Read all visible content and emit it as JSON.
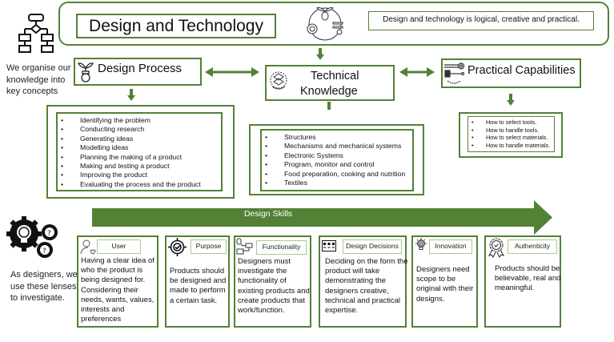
{
  "header": {
    "title": "Design and Technology",
    "tagline": "Design and technology is logical, creative and practical."
  },
  "left_notes": {
    "top": "We organise our knowledge into key concepts",
    "bottom": "As designers, we use these lenses to investigate."
  },
  "concepts": [
    {
      "title": "Design Process",
      "icon": "lightbulb-plant-icon",
      "items": [
        "Identifying the problem",
        "Conducting research",
        "Generating ideas",
        "Modelling ideas",
        "Planning the making of a product",
        "Making and testing a product",
        "Improving the product",
        "Evaluating the process and the product"
      ]
    },
    {
      "title_line1": "Technical",
      "title_line2": "Knowledge",
      "icon": "brain-gear-icon",
      "items": [
        "Structures",
        "Mechanisms and mechanical systems",
        "Electronic Systems",
        "Program, monitor and control",
        "Food preparation, cooking and nutrition",
        "Textiles"
      ]
    },
    {
      "title": "Practical Capabilities",
      "icon": "tools-icon",
      "items": [
        "How to select tools.",
        "How to handle tools.",
        "How to select materials.",
        "How to handle materials."
      ]
    }
  ],
  "design_skills": {
    "label": "Design Skills",
    "lenses": [
      {
        "label": "User",
        "icon": "user-heart-icon",
        "text": "Having a clear idea of who the product is being designed for. Considering their needs, wants, values, interests and preferences"
      },
      {
        "label": "Purpose",
        "icon": "target-check-icon",
        "text": "Products should be designed and made to perform a certain task."
      },
      {
        "label": "Functionality",
        "icon": "network-devices-icon",
        "text": "Designers must investigate the functionality of existing products and create products that work/function."
      },
      {
        "label": "Design Decisions",
        "icon": "control-panel-icon",
        "text": "Deciding on the form the product will take demonstrating the designers creative, technical and practical expertise."
      },
      {
        "label": "Innovation",
        "icon": "lightbulb-idea-icon",
        "text": "Designers need scope to be original with their designs."
      },
      {
        "label": "Authenticity",
        "icon": "award-ribbon-icon",
        "text": "Products should be believable, real and meaningful."
      }
    ]
  },
  "colors": {
    "accent_green": "#538135",
    "light_green": "#a9c896",
    "text": "#111111",
    "background": "#ffffff"
  }
}
